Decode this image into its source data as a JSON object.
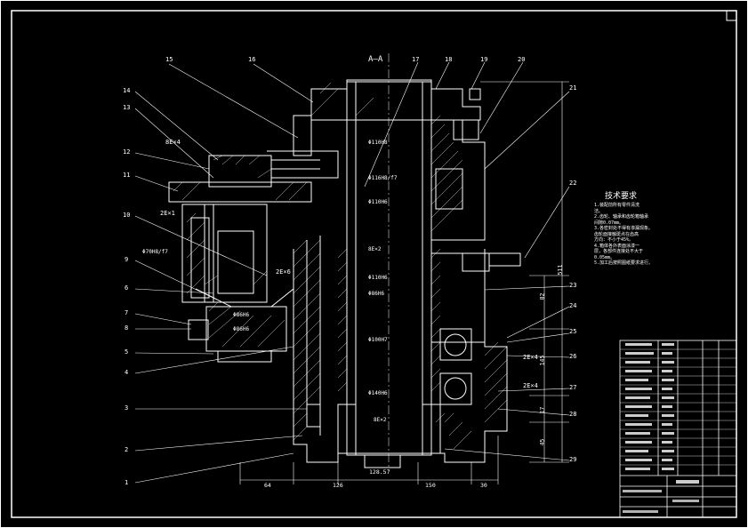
{
  "section_title": "A—A",
  "part_numbers": [
    "1",
    "2",
    "3",
    "4",
    "5",
    "6",
    "7",
    "8",
    "9",
    "10",
    "11",
    "12",
    "13",
    "14",
    "15",
    "16",
    "17",
    "18",
    "19",
    "20",
    "21",
    "22",
    "23",
    "24",
    "25",
    "26",
    "27",
    "28",
    "29"
  ],
  "annotations": {
    "spline_1": "8E×4",
    "spline_2": "2E×1",
    "spline_3": "2E×6",
    "spline_4": "2E×4",
    "spline_5": "2E×4",
    "fit_1": "Φ70H8/f7",
    "fit_2": "Φ116H8/f7",
    "shaft_1": "Φ110H8",
    "shaft_2": "Φ110H6",
    "shaft_3": "Φ110H6",
    "shaft_4": "Φ86H6",
    "shaft_5": "Φ86H6",
    "shaft_6": "Φ100H7",
    "shaft_7": "Φ140H6",
    "shaft_8": "Φ86H6",
    "dim_tag": "8E×2",
    "dim_tag2": "8E×2"
  },
  "dimensions": {
    "d64": "64",
    "d126": "126",
    "d128": "128.57",
    "d150": "150",
    "d30": "30",
    "v511": "511",
    "v82": "82",
    "v145": "145",
    "v45": "45",
    "v17": "17"
  },
  "tech_requirements": {
    "title": "技术要求",
    "lines": [
      "1.装配前所有零件清洗",
      "洁。",
      "2.齿轮、轴承和齿轮箱轴承",
      "间隙0.07mm。",
      "3.各密封处不得有渗漏现象。",
      "齿轮面接触斑点在齿高",
      "方向：不小于45%。",
      "4.箱体各外表面涂漆一",
      "层，各部件连接处不大于",
      "0.05mm。",
      "5.加工后按照图纸要求进行。"
    ]
  }
}
